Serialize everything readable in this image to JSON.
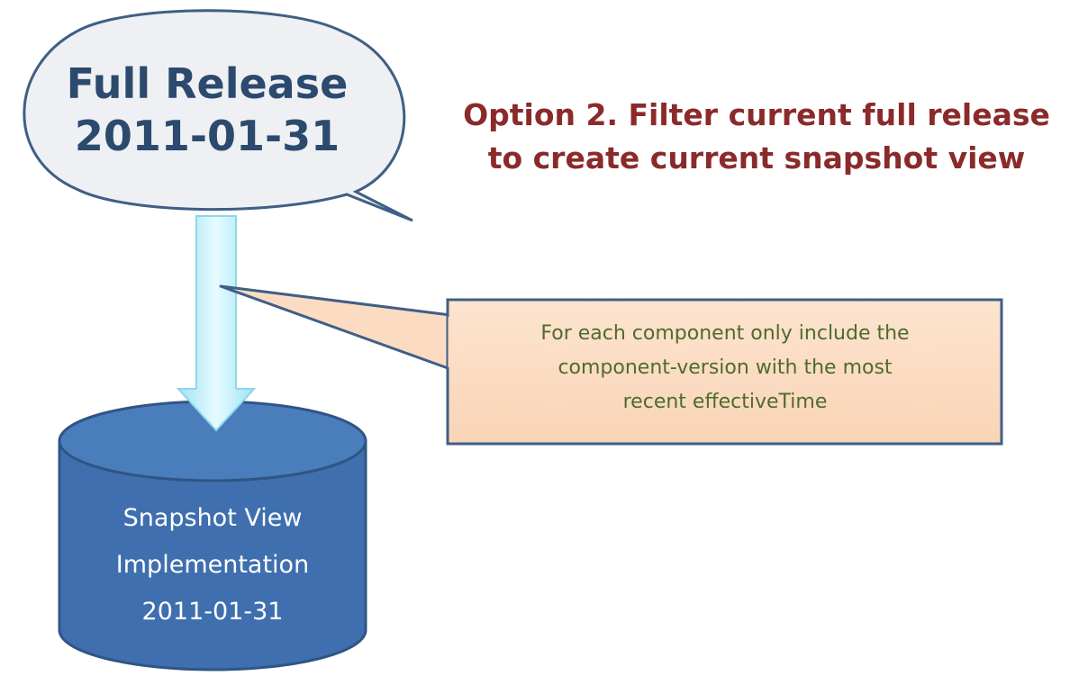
{
  "title": {
    "line1": "Option 2. Filter current full release",
    "line2": "to create current snapshot view"
  },
  "source_bubble": {
    "line1": "Full Release",
    "line2": "2011-01-31"
  },
  "callout_note": {
    "line1": "For each component only include the",
    "line2": "component-version with the most",
    "line3": "recent effectiveTime"
  },
  "target_database": {
    "line1": "Snapshot View",
    "line2": "Implementation",
    "line3": "2011-01-31"
  },
  "colors": {
    "title": "#8b2a2a",
    "bubble_fill": "#eef0f3",
    "bubble_text": "#2c4a6e",
    "outline": "#3f5f85",
    "arrow_fill": "#c8f1fb",
    "note_fill": "#fbdcc3",
    "note_text": "#4e6b2c",
    "cylinder_fill": "#3f6fae",
    "cylinder_text": "#ffffff"
  }
}
